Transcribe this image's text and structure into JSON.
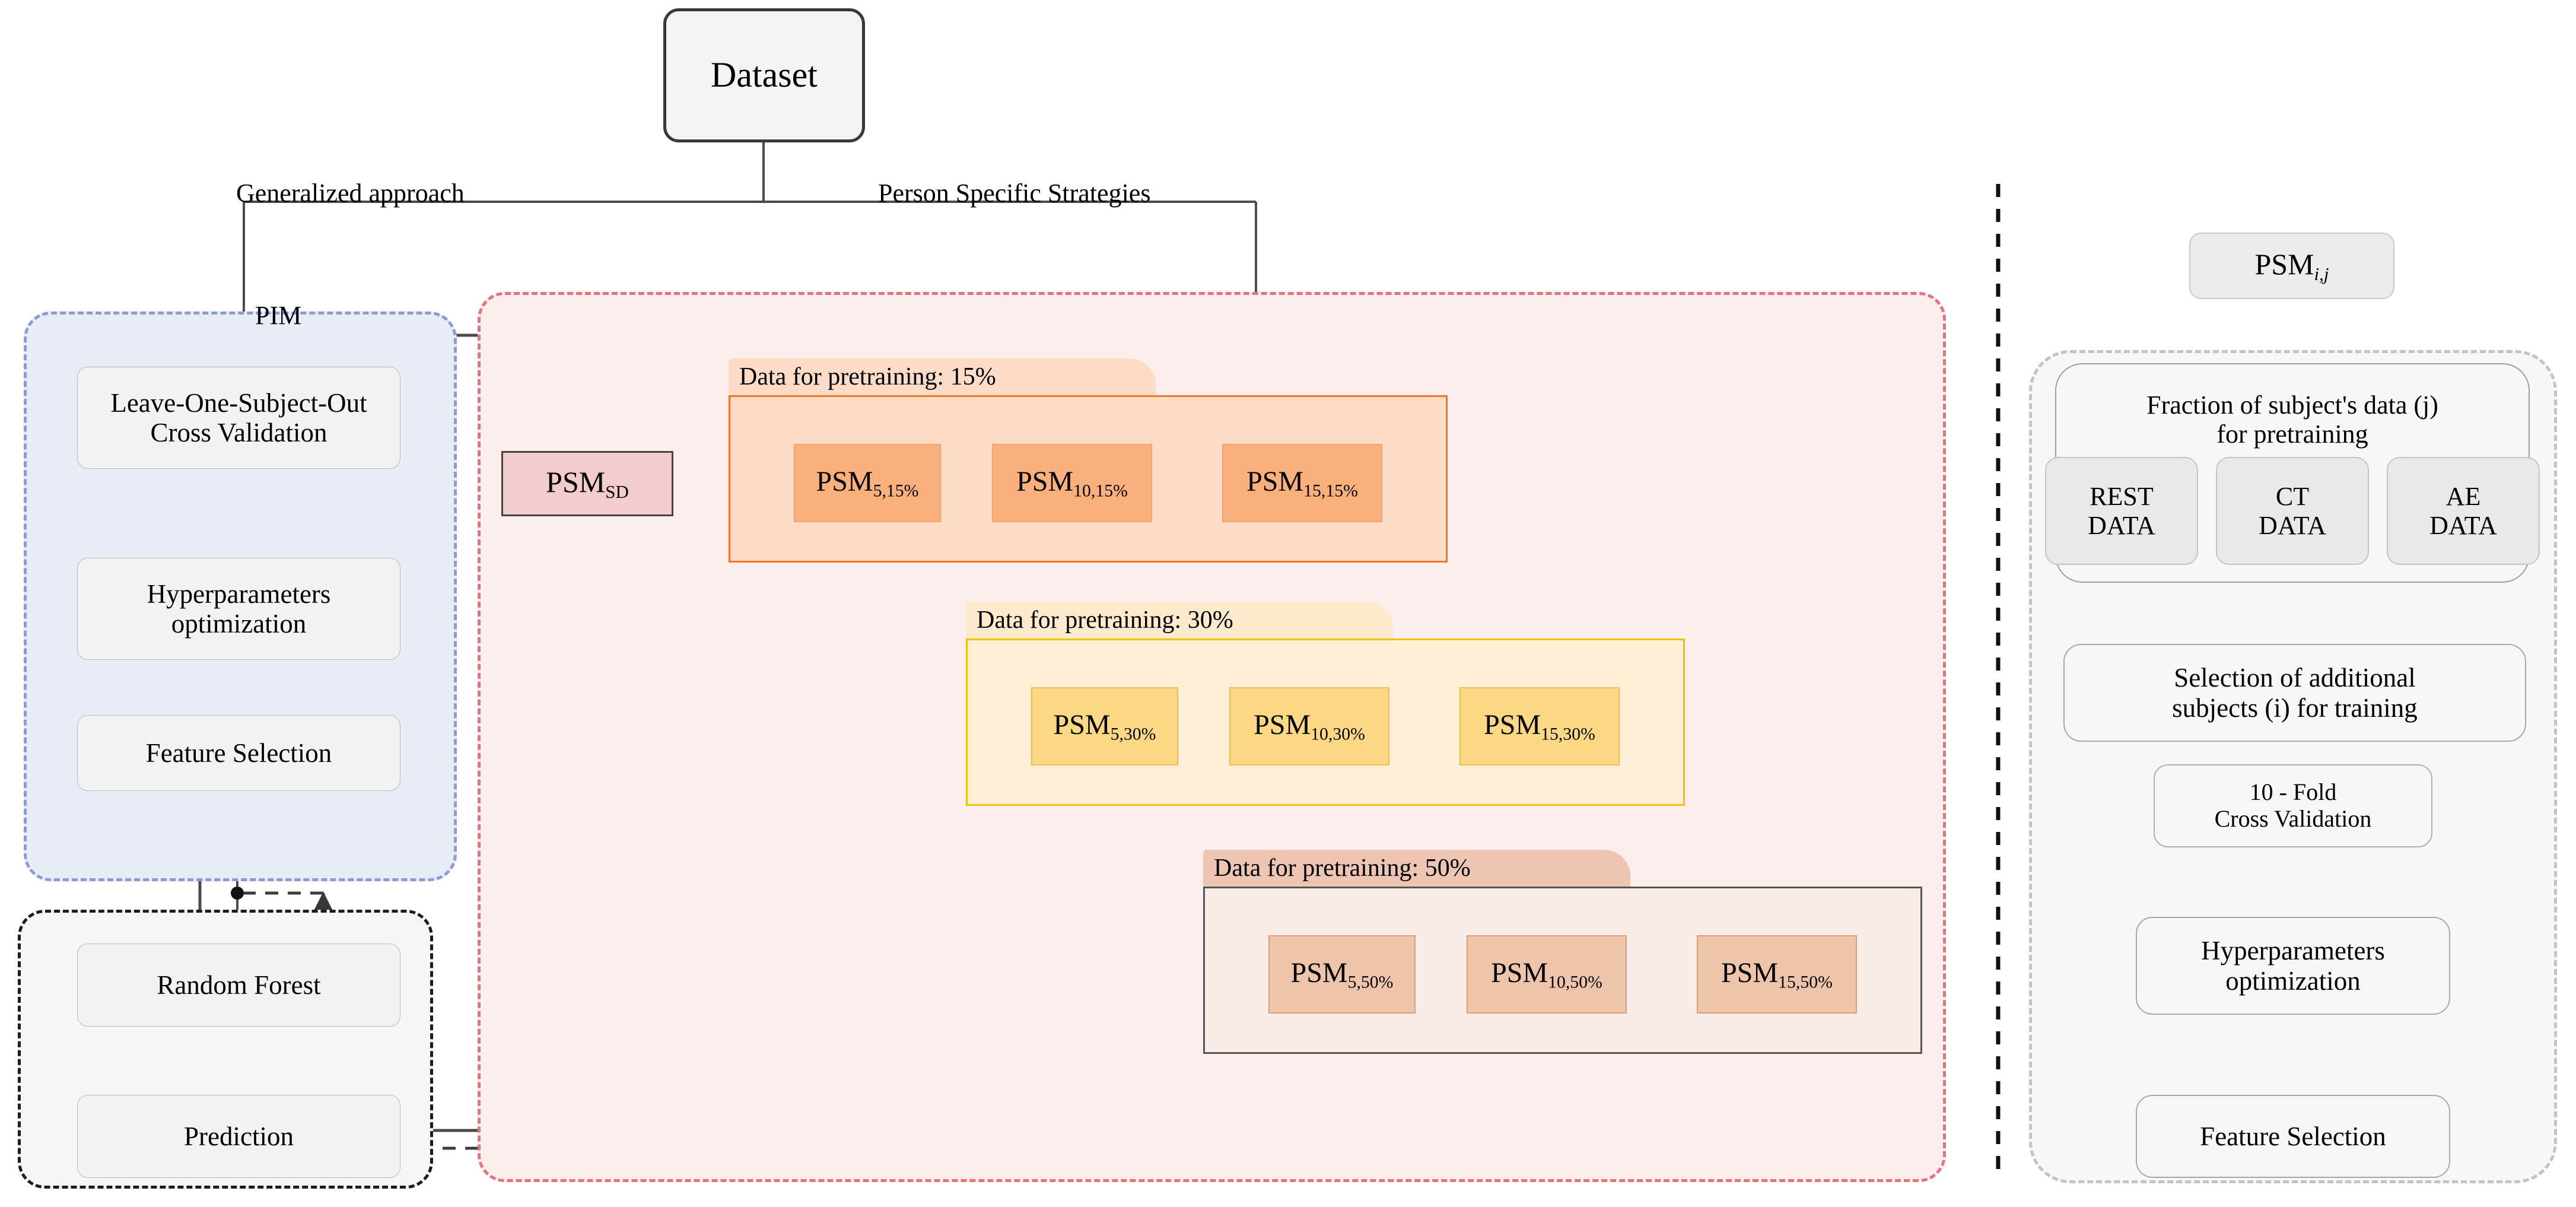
{
  "figure": {
    "root_node": "Dataset",
    "branch_labels": {
      "left": "Generalized approach",
      "right": "Person Specific Strategies"
    }
  },
  "pim_panel": {
    "title": "PIM",
    "steps": [
      "Leave-One-Subject-Out\nCross Validation",
      "Hyperparameters\noptimization",
      "Feature Selection"
    ],
    "step1_line1": "Leave-One-Subject-Out",
    "step1_line2": "Cross Validation",
    "step2_line1": "Hyperparameters",
    "step2_line2": "optimization",
    "step3": "Feature Selection",
    "fill": "#e8ecf7",
    "border": "#8b9cd0"
  },
  "rf_panel": {
    "items": [
      "Random Forest",
      "Prediction"
    ],
    "item1": "Random Forest",
    "item2": "Prediction",
    "border": "#1c1c1c"
  },
  "psm_panel": {
    "fill": "#fdeeee",
    "border": "#e4737a",
    "sd_box": {
      "base": "PSM",
      "sub": "SD",
      "fill": "#f2cbcd",
      "border": "#444444"
    },
    "groups": [
      {
        "tab_label": "Data for pretraining: 15%",
        "tab_fill": "#fcdcc6",
        "body_fill": "#fcdcc6",
        "body_border": "#f37521",
        "cell_fill": "#fab07a",
        "cell_border": "#f0a36a",
        "cells": [
          {
            "base": "PSM",
            "sub": "5,15%"
          },
          {
            "base": "PSM",
            "sub": "10,15%"
          },
          {
            "base": "PSM",
            "sub": "15,15%"
          }
        ]
      },
      {
        "tab_label": "Data for pretraining: 30%",
        "tab_fill": "#fdeacd",
        "body_fill": "#fdeed6",
        "body_border": "#f2c200",
        "cell_fill": "#fcd884",
        "cell_border": "#f0bd55",
        "cells": [
          {
            "base": "PSM",
            "sub": "5,30%"
          },
          {
            "base": "PSM",
            "sub": "10,30%"
          },
          {
            "base": "PSM",
            "sub": "15,30%"
          }
        ]
      },
      {
        "tab_label": "Data for pretraining: 50%",
        "tab_fill": "#eec5b3",
        "body_fill": "#f9ebe6",
        "body_border": "#555555",
        "cell_fill": "#eec5ab",
        "cell_border": "#dda07f",
        "cells": [
          {
            "base": "PSM",
            "sub": "5,50%"
          },
          {
            "base": "PSM",
            "sub": "10,50%"
          },
          {
            "base": "PSM",
            "sub": "15,50%"
          }
        ]
      }
    ]
  },
  "detail_panel": {
    "header": {
      "base": "PSM",
      "sub": "i,j"
    },
    "fraction_line1": "Fraction of subject's data (j)",
    "fraction_line2": "for pretraining",
    "data_sources": [
      {
        "line1": "REST",
        "line2": "DATA"
      },
      {
        "line1": "CT",
        "line2": "DATA"
      },
      {
        "line1": "AE",
        "line2": "DATA"
      }
    ],
    "selection_line1": "Selection of additional",
    "selection_line2": "subjects (i) for training",
    "cv_line1": "10 - Fold",
    "cv_line2": "Cross Validation",
    "hp_line1": "Hyperparameters",
    "hp_line2": "optimization",
    "feature_selection": "Feature Selection",
    "border": "#c3c3c3"
  },
  "colors": {
    "wire": "#4d4a48",
    "thin_wire": "#5b5855",
    "node_fill": "#f2f2f2",
    "node_border": "#b9b9b9",
    "page_bg": "#ffffff"
  }
}
